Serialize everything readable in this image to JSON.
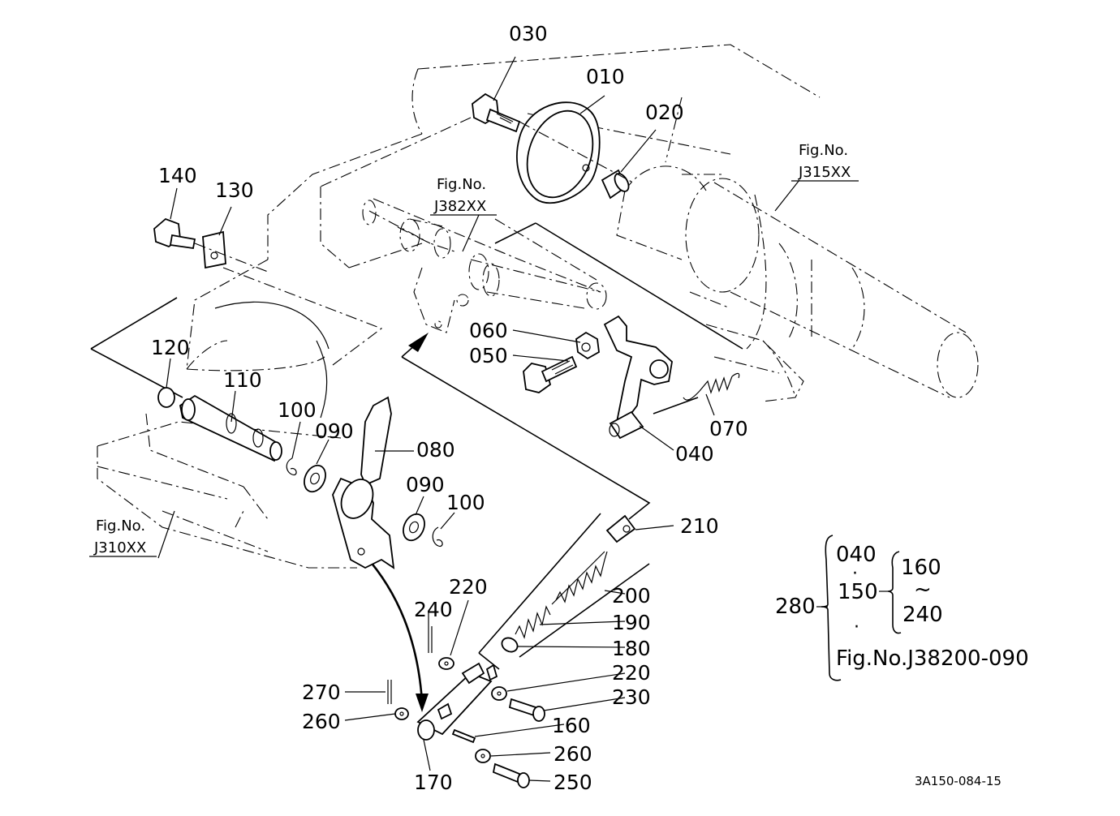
{
  "callouts": [
    {
      "id": "c030",
      "text": "030"
    },
    {
      "id": "c010",
      "text": "010"
    },
    {
      "id": "c020",
      "text": "020"
    },
    {
      "id": "c140",
      "text": "140"
    },
    {
      "id": "c130",
      "text": "130"
    },
    {
      "id": "c060",
      "text": "060"
    },
    {
      "id": "c050",
      "text": "050"
    },
    {
      "id": "c120",
      "text": "120"
    },
    {
      "id": "c110",
      "text": "110"
    },
    {
      "id": "c100a",
      "text": "100"
    },
    {
      "id": "c090a",
      "text": "090"
    },
    {
      "id": "c080",
      "text": "080"
    },
    {
      "id": "c090b",
      "text": "090"
    },
    {
      "id": "c100b",
      "text": "100"
    },
    {
      "id": "c070",
      "text": "070"
    },
    {
      "id": "c040",
      "text": "040"
    },
    {
      "id": "c210",
      "text": "210"
    },
    {
      "id": "c200",
      "text": "200"
    },
    {
      "id": "c190",
      "text": "190"
    },
    {
      "id": "c180",
      "text": "180"
    },
    {
      "id": "c220a",
      "text": "220"
    },
    {
      "id": "c240",
      "text": "240"
    },
    {
      "id": "c220b",
      "text": "220"
    },
    {
      "id": "c230",
      "text": "230"
    },
    {
      "id": "c270",
      "text": "270"
    },
    {
      "id": "c260a",
      "text": "260"
    },
    {
      "id": "c160",
      "text": "160"
    },
    {
      "id": "c260b",
      "text": "260"
    },
    {
      "id": "c250",
      "text": "250"
    },
    {
      "id": "c170",
      "text": "170"
    }
  ],
  "figure_refs": [
    {
      "id": "f315",
      "line1": "Fig.No.",
      "line2": "J315XX"
    },
    {
      "id": "f382",
      "line1": "Fig.No.",
      "line2": "J382XX"
    },
    {
      "id": "f310",
      "line1": "Fig.No.",
      "line2": "J310XX"
    }
  ],
  "group": {
    "main": "280",
    "left_top": "040",
    "left_dot": "·",
    "left_mid": "150",
    "left_bottom_dot": "·",
    "right_top": "160",
    "right_tilde": "~",
    "right_bottom": "240",
    "fig_ref": "Fig.No.J38200-090"
  },
  "drawing_code": "3A150-084-15"
}
